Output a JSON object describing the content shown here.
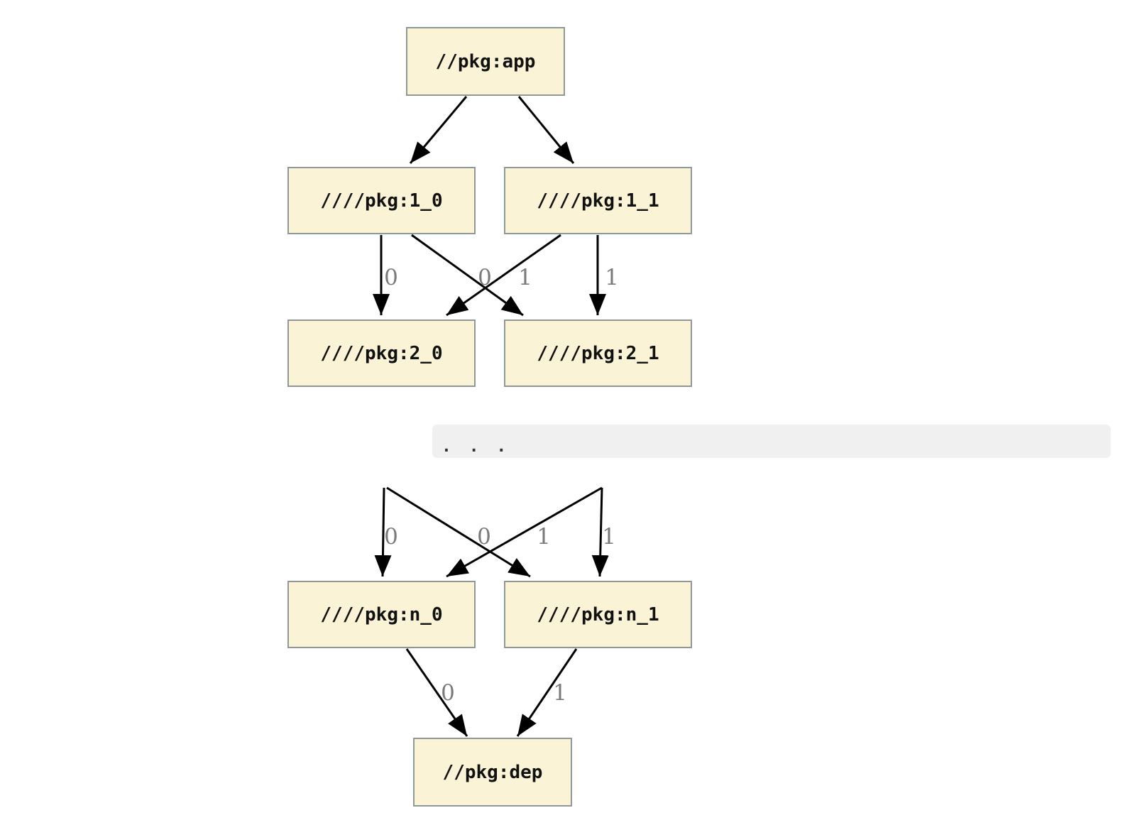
{
  "graph": {
    "title_hint": "package dependency graph",
    "colors": {
      "background": "#ffffff",
      "node_fill": "#fbf3d6",
      "node_border": "#8f9898",
      "node_text": "#111111",
      "edge_stroke": "#000000",
      "edge_label": "#7a7a7a",
      "ellipsis_band_bg": "#f0f0f0"
    },
    "nodes": {
      "app": "//pkg:app",
      "l1_0": "////pkg:1_0",
      "l1_1": "////pkg:1_1",
      "l2_0": "////pkg:2_0",
      "l2_1": "////pkg:2_1",
      "ln_0": "////pkg:n_0",
      "ln_1": "////pkg:n_1",
      "dep": "//pkg:dep"
    },
    "ellipsis": ". . .",
    "edge_labels": {
      "row1": [
        "0",
        "0",
        "1",
        "1"
      ],
      "row2": [
        "0",
        "0",
        "1",
        "1"
      ],
      "row3": [
        "0",
        "1"
      ]
    }
  }
}
